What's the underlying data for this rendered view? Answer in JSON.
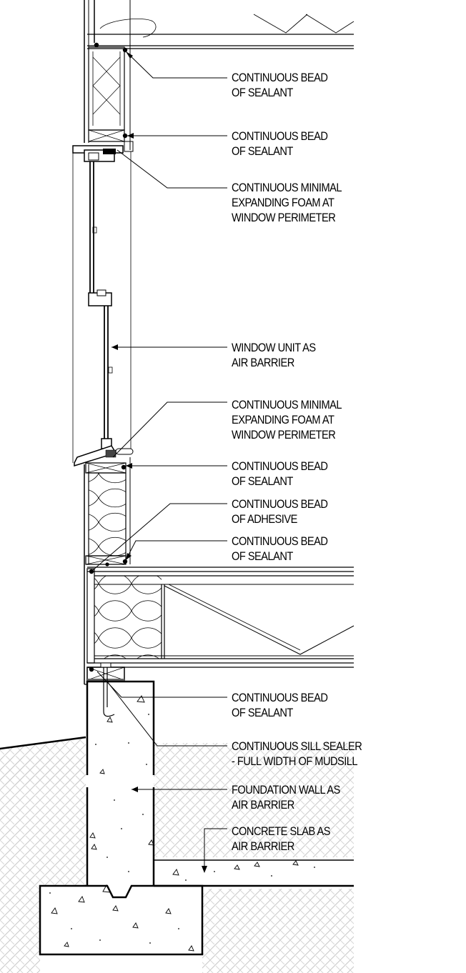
{
  "colors": {
    "line": "#000000",
    "paper": "#ffffff",
    "hatch": "#c8c8c8"
  },
  "callouts": [
    {
      "id": "sealant-top",
      "lines": [
        "CONTINUOUS BEAD",
        "OF SEALANT"
      ]
    },
    {
      "id": "sealant-head",
      "lines": [
        "CONTINUOUS BEAD",
        "OF SEALANT"
      ]
    },
    {
      "id": "foam-head",
      "lines": [
        "CONTINUOUS MINIMAL",
        "EXPANDING FOAM AT",
        "WINDOW PERIMETER"
      ]
    },
    {
      "id": "window-air-barrier",
      "lines": [
        "WINDOW UNIT AS",
        "AIR BARRIER"
      ]
    },
    {
      "id": "foam-sill",
      "lines": [
        "CONTINUOUS MINIMAL",
        "EXPANDING FOAM AT",
        "WINDOW PERIMETER"
      ]
    },
    {
      "id": "sealant-sill",
      "lines": [
        "CONTINUOUS BEAD",
        "OF SEALANT"
      ]
    },
    {
      "id": "adhesive",
      "lines": [
        "CONTINUOUS BEAD",
        "OF ADHESIVE"
      ]
    },
    {
      "id": "sealant-floor",
      "lines": [
        "CONTINUOUS BEAD",
        "OF SEALANT"
      ]
    },
    {
      "id": "sealant-mudsill",
      "lines": [
        "CONTINUOUS BEAD",
        "OF SEALANT"
      ]
    },
    {
      "id": "sill-sealer",
      "lines": [
        "CONTINUOUS SILL SEALER",
        "- FULL WIDTH OF MUDSILL"
      ]
    },
    {
      "id": "foundation-air-barrier",
      "lines": [
        "FOUNDATION WALL AS",
        "AIR BARRIER"
      ]
    },
    {
      "id": "slab-air-barrier",
      "lines": [
        "CONCRETE SLAB AS",
        "AIR BARRIER"
      ]
    }
  ]
}
